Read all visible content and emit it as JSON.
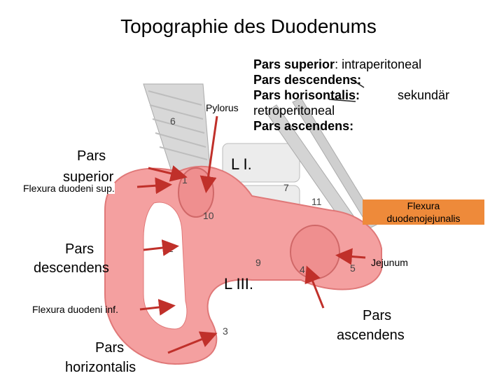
{
  "title": "Topographie des Duodenums",
  "info": {
    "line1_bold": "Pars superior",
    "line1_rest": ": intraperitoneal",
    "line2": "Pars descendens:",
    "line3": "Pars horisontalis:",
    "line3_extra": "sekundär",
    "line4": "retroperitoneal",
    "line5": "Pars ascendens:"
  },
  "labels": {
    "pylorus": "Pylorus",
    "pars_superior_1": "Pars",
    "pars_superior_2": "superior",
    "flexura_sup": "Flexura duodeni sup.",
    "pars_descendens_1": "Pars",
    "pars_descendens_2": "descendens",
    "flexura_inf": "Flexura duodeni inf.",
    "pars_horizontalis_1": "Pars",
    "pars_horizontalis_2": "horizontalis",
    "l1": "L I.",
    "l3": "L III.",
    "flexura_dj_1": "Flexura",
    "flexura_dj_2": "duodenojejunalis",
    "jejunum": "Jejunum",
    "pars_ascendens_1": "Pars",
    "pars_ascendens_2": "ascendens"
  },
  "figure_numbers": [
    "1",
    "2",
    "3",
    "4",
    "5",
    "6",
    "7",
    "9",
    "10",
    "11"
  ],
  "colors": {
    "duodenum": "#f4a0a0",
    "duodenum_dark": "#e07878",
    "arrow": "#c0302a",
    "vertebra": "#e8e8e8",
    "flexura_box": "#ee8a3a"
  }
}
